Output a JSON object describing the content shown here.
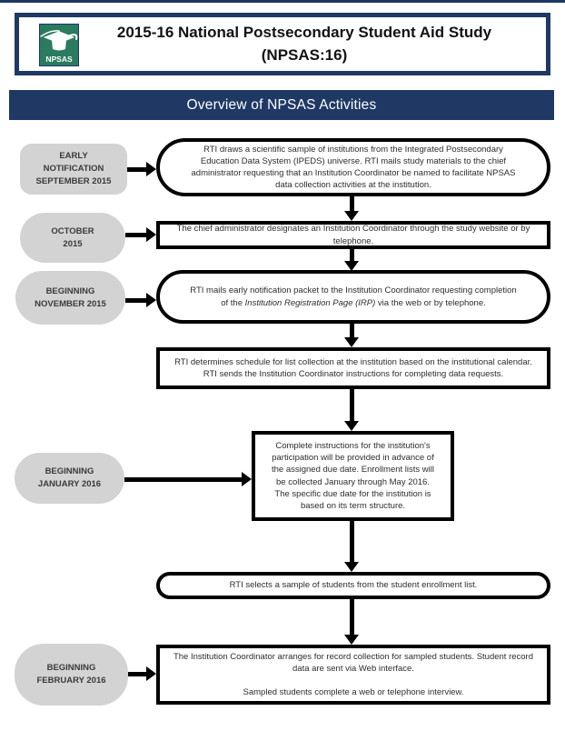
{
  "colors": {
    "navy": "#1f3864",
    "logo_green": "#2a7b60",
    "pill_gray": "#d3d3d3",
    "pill_text": "#3a3a3a",
    "box_border": "#000000",
    "body_text": "#2d2d2d"
  },
  "header": {
    "logo_text": "NPSAS",
    "title_lines": [
      "2015-16 National Postsecondary Student Aid Study",
      "(NPSAS:16)"
    ]
  },
  "banner": {
    "title": "Overview of NPSAS Activities"
  },
  "flow": {
    "labels": {
      "l1": {
        "lines": [
          "EARLY",
          "NOTIFICATION",
          "SEPTEMBER 2015"
        ]
      },
      "l2": {
        "lines": [
          "OCTOBER",
          "2015"
        ]
      },
      "l3": {
        "lines": [
          "BEGINNING",
          "NOVEMBER 2015"
        ]
      },
      "l5": {
        "lines": [
          "BEGINNING",
          "JANUARY 2016"
        ]
      },
      "l7": {
        "lines": [
          "BEGINNING",
          "FEBRUARY 2016"
        ]
      }
    },
    "steps": {
      "s1": {
        "lines": [
          "RTI draws a scientific sample of institutions from the Integrated Postsecondary",
          "Education Data System (IPEDS) universe. RTI mails study materials to the chief",
          "administrator requesting that an Institution Coordinator be named to facilitate NPSAS",
          "data collection activities at the institution."
        ]
      },
      "s2": {
        "lines": [
          "The chief administrator designates an Institution Coordinator through the study website or by",
          "telephone."
        ]
      },
      "s3": {
        "line1": "RTI mails early notification packet to the Institution Coordinator requesting completion",
        "line2_pre": "of the ",
        "line2_italic": "Institution Registration Page (IRP)",
        "line2_post": " via the web or by telephone."
      },
      "s4": {
        "lines": [
          "RTI determines schedule for list collection at the institution based on the institutional calendar.",
          "RTI sends the Institution Coordinator instructions for completing data requests."
        ]
      },
      "s5": {
        "lines": [
          "Complete instructions for the institution's",
          "participation will be provided in advance of",
          "the assigned due date. Enrollment lists will",
          "be collected January through May 2016.",
          "The specific due date for the institution is",
          "based on its term structure."
        ]
      },
      "s6": {
        "lines": [
          "RTI selects a sample of students from the student enrollment list."
        ]
      },
      "s7": {
        "para1_lines": [
          "The Institution Coordinator arranges for record collection for sampled students. Student record",
          "data are sent via Web interface."
        ],
        "para2_lines": [
          "Sampled students complete a web or telephone interview."
        ]
      }
    }
  }
}
